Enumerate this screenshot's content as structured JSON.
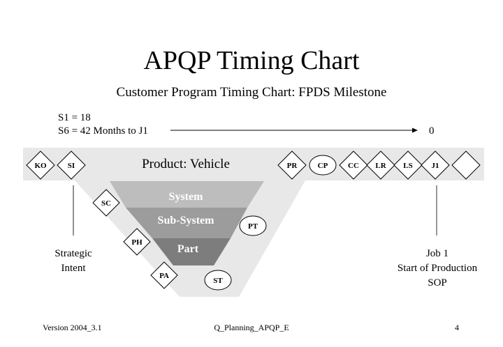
{
  "slide": {
    "title": "APQP Timing Chart",
    "subtitle": "Customer Program Timing Chart: FPDS Milestone"
  },
  "timing": {
    "line1": "S1 = 18",
    "line2": "S6 = 42 Months to J1",
    "end_value": "0"
  },
  "product_band": {
    "label": "Product: Vehicle",
    "fill": "#e8e8e8"
  },
  "funnel": {
    "bands": [
      {
        "label": "System",
        "fill": "#bdbdbd"
      },
      {
        "label": "Sub-System",
        "fill": "#9c9c9c"
      },
      {
        "label": "Part",
        "fill": "#7d7d7d"
      }
    ]
  },
  "milestones": {
    "top_row": [
      {
        "code": "KO",
        "shape": "diamond"
      },
      {
        "code": "SI",
        "shape": "diamond"
      },
      {
        "code": "PR",
        "shape": "diamond"
      },
      {
        "code": "CP",
        "shape": "ellipse"
      },
      {
        "code": "CC",
        "shape": "diamond"
      },
      {
        "code": "LR",
        "shape": "diamond"
      },
      {
        "code": "LS",
        "shape": "diamond"
      },
      {
        "code": "J1",
        "shape": "diamond"
      },
      {
        "code": "",
        "shape": "diamond"
      }
    ],
    "v_left": [
      {
        "code": "SC",
        "shape": "diamond"
      },
      {
        "code": "PH",
        "shape": "diamond"
      },
      {
        "code": "PA",
        "shape": "diamond"
      }
    ],
    "v_right": [
      {
        "code": "PT",
        "shape": "ellipse"
      },
      {
        "code": "ST",
        "shape": "ellipse"
      }
    ]
  },
  "annotations": {
    "left": {
      "line1": "Strategic",
      "line2": "Intent"
    },
    "right": {
      "line1": "Job 1",
      "line2": "Start of Production",
      "line3": "SOP"
    }
  },
  "footer": {
    "version": "Version 2004_3.1",
    "document": "Q_Planning_APQP_E",
    "page": "4"
  }
}
